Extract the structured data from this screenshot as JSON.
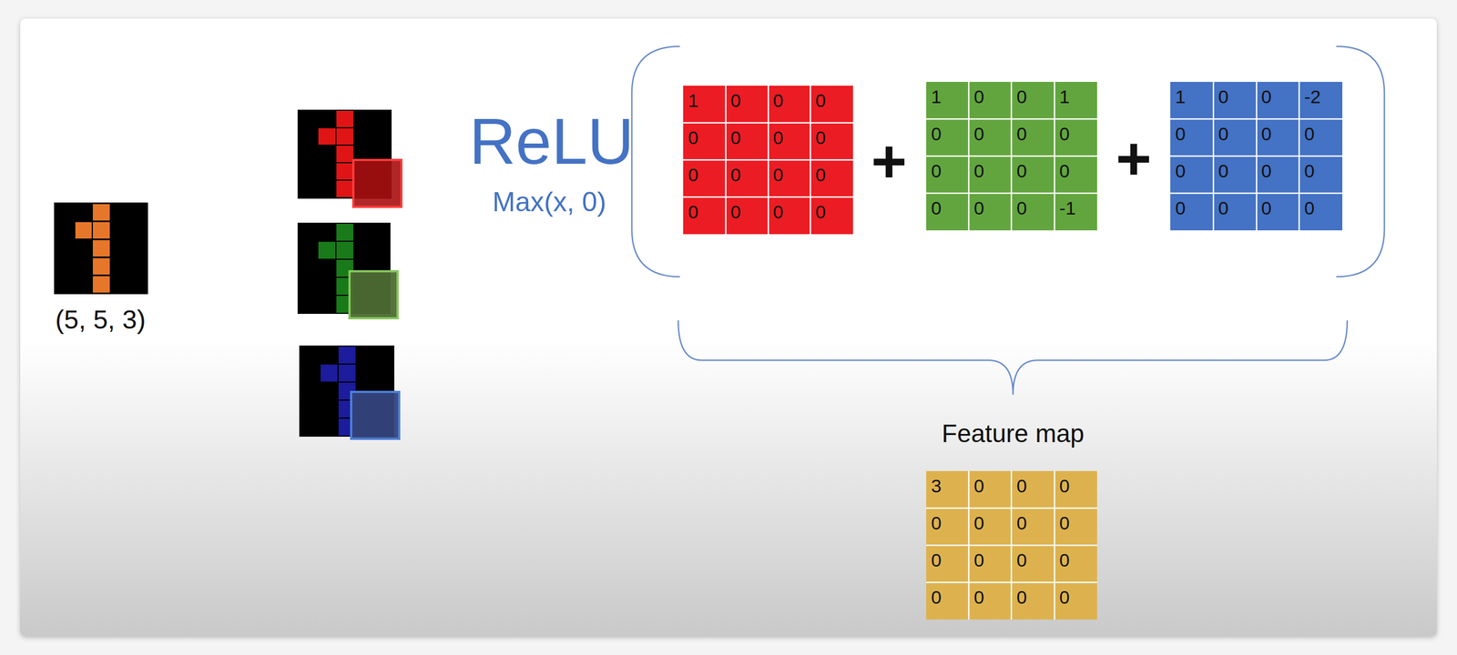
{
  "diagram": {
    "labels": [
      "(5, 5, 3)",
      "ReLU",
      "Max(x, 0)",
      "1",
      "0",
      "0",
      "0",
      "0",
      "0",
      "0",
      "0",
      "0",
      "0",
      "0",
      "0",
      "0",
      "0",
      "0",
      "0",
      "+",
      "1",
      "0",
      "0",
      "1",
      "0",
      "0",
      "0",
      "0",
      "0",
      "0",
      "0",
      "0",
      "0",
      "0",
      "0",
      "-1",
      "+",
      "1",
      "0",
      "0",
      "-2",
      "0",
      "0",
      "0",
      "0",
      "0",
      "0",
      "0",
      "0",
      "0",
      "0",
      "0",
      "0",
      "Feature map",
      "3",
      "0",
      "0",
      "0",
      "0",
      "0",
      "0",
      "0",
      "0",
      "0",
      "0",
      "0",
      "0",
      "0",
      "0",
      "0"
    ]
  }
}
